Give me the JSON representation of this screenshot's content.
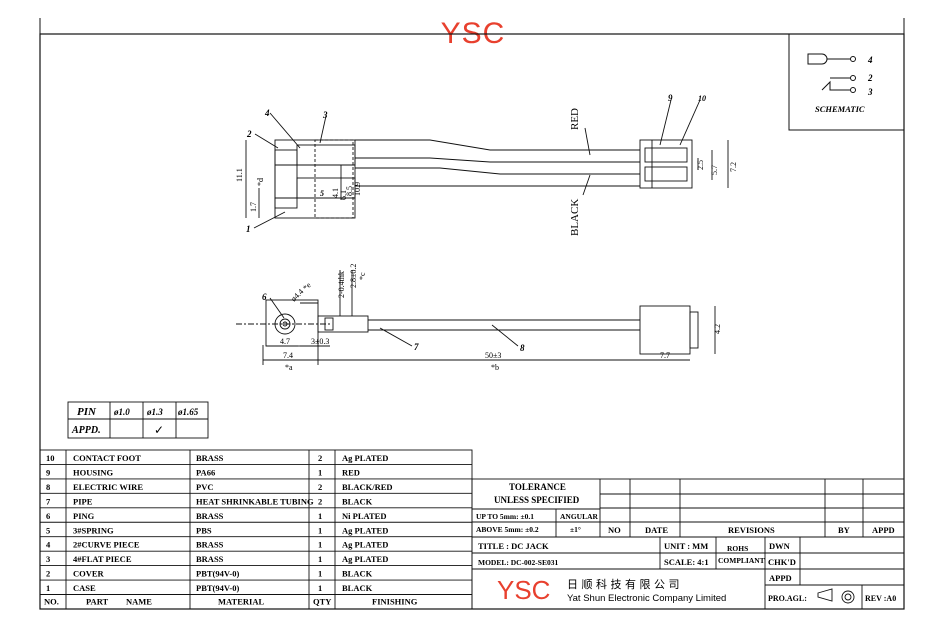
{
  "logo": {
    "text": "YSC",
    "color": "#e8402e"
  },
  "schematic": {
    "title": "SCHEMATIC",
    "pins": [
      "4",
      "2",
      "3"
    ]
  },
  "top_view": {
    "callouts": [
      "4",
      "3",
      "2",
      "1",
      "9",
      "10"
    ],
    "dims": [
      "11.1",
      "1.7",
      "*d",
      "4.1",
      "6.1",
      "8.5",
      "10.9",
      "5",
      "2.5",
      "5.7",
      "7.2"
    ],
    "wire_red": "RED",
    "wire_black": "BLACK"
  },
  "side_view": {
    "callouts": [
      "6",
      "7",
      "8"
    ],
    "dims": [
      "ø4.4",
      "*e",
      "2-0.4thk",
      "2.8±0.2",
      "*c",
      "4.7",
      "3±0.3",
      "7.4",
      "*a",
      "50±3",
      "*b",
      "7.7",
      "4.2"
    ]
  },
  "pin_table": {
    "row1": [
      "PIN",
      "ø1.0",
      "ø1.3",
      "ø1.65"
    ],
    "row2_label": "APPD.",
    "check": "✓"
  },
  "bom": {
    "headers": [
      "NO.",
      "PART",
      "NAME",
      "MATERIAL",
      "QTY",
      "FINISHING"
    ],
    "rows": [
      [
        "10",
        "CONTACT FOOT",
        "BRASS",
        "2",
        "Ag PLATED"
      ],
      [
        "9",
        "HOUSING",
        "PA66",
        "1",
        "RED"
      ],
      [
        "8",
        "ELECTRIC WIRE",
        "PVC",
        "2",
        "BLACK/RED"
      ],
      [
        "7",
        "PIPE",
        "HEAT SHRINKABLE TUBING",
        "2",
        "BLACK"
      ],
      [
        "6",
        "PING",
        "BRASS",
        "1",
        "Ni PLATED"
      ],
      [
        "5",
        "3#SPRING",
        "PBS",
        "1",
        "Ag PLATED"
      ],
      [
        "4",
        "2#CURVE PIECE",
        "BRASS",
        "1",
        "Ag PLATED"
      ],
      [
        "3",
        "4#FLAT PIECE",
        "BRASS",
        "1",
        "Ag PLATED"
      ],
      [
        "2",
        "COVER",
        "PBT(94V-0)",
        "1",
        "BLACK"
      ],
      [
        "1",
        "CASE",
        "PBT(94V-0)",
        "1",
        "BLACK"
      ]
    ]
  },
  "title_block": {
    "tolerance": "TOLERANCE",
    "unless": "UNLESS   SPECIFIED",
    "upto": "UP TO 5mm: ±0.1",
    "above": "ABOVE 5mm: ±0.2",
    "angular": "ANGULAR",
    "angular_val": "±1°",
    "rev_headers": [
      "NO",
      "DATE",
      "REVISIONS",
      "BY",
      "APPD"
    ],
    "title": "TITLE : DC JACK",
    "model": "MODEL: DC-002-SE031",
    "unit": "UNIT : MM",
    "scale": "SCALE: 4:1",
    "rohs": "ROHS",
    "compliant": "COMPLIANT",
    "dwn": "DWN",
    "chkd": "CHK'D",
    "appd": "APPD",
    "company_logo": "YSC",
    "company_cn": "日 顺 科 技 有 限 公 司",
    "company_en": "Yat Shun Electronic Company Limited",
    "proagl": "PRO.AGL:",
    "rev": "REV :A0"
  }
}
